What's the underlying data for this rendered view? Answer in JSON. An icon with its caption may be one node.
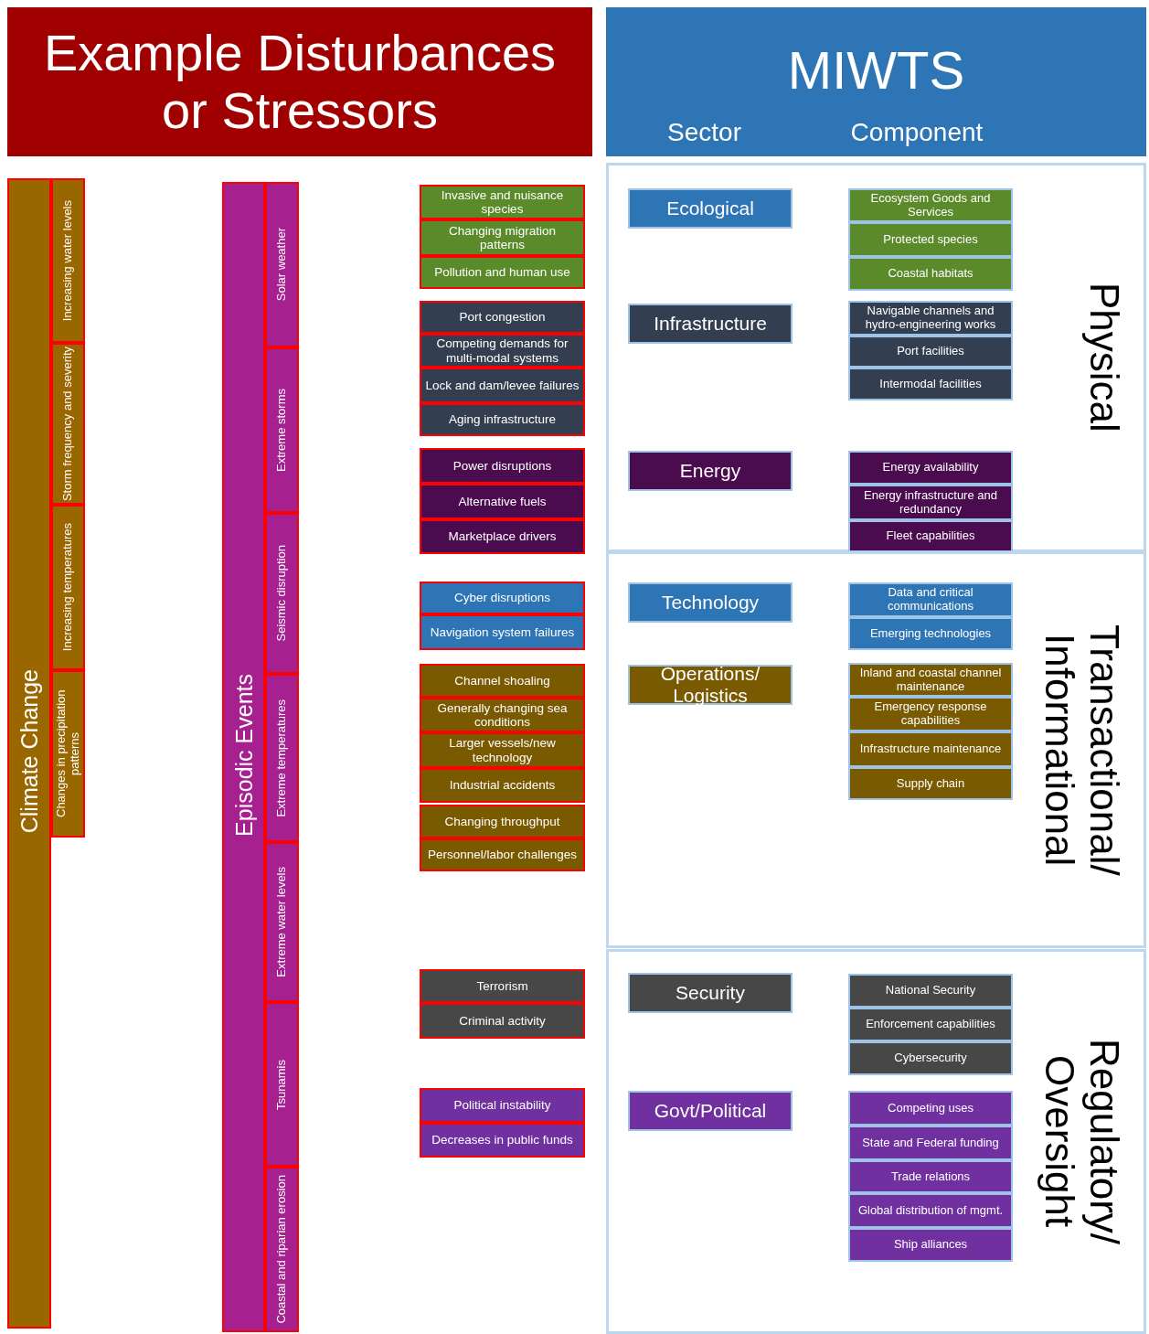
{
  "diagram": {
    "nodes": [
      {
        "text": [
          "Example Disturbances or Stressors"
        ]
      },
      {
        "text": [
          "MIWTS",
          "Sector",
          "Component"
        ]
      },
      {
        "text": [
          "Climate Change"
        ]
      },
      {
        "text": [
          "Increasing water levels"
        ]
      },
      {
        "text": [
          "Storm frequency and severity"
        ]
      },
      {
        "text": [
          "Increasing temperatures"
        ]
      },
      {
        "text": [
          "Changes in precipitation patterns"
        ]
      },
      {
        "text": [
          "Episodic Events"
        ]
      },
      {
        "text": [
          "Solar weather"
        ]
      },
      {
        "text": [
          "Extreme storms"
        ]
      },
      {
        "text": [
          "Seismic disruption"
        ]
      },
      {
        "text": [
          "Extreme temperatures"
        ]
      },
      {
        "text": [
          "Extreme water levels"
        ]
      },
      {
        "text": [
          "Tsunamis"
        ]
      },
      {
        "text": [
          "Coastal and riparian erosion"
        ]
      },
      {
        "text": [
          "Invasive and nuisance species"
        ]
      },
      {
        "text": [
          "Changing migration patterns"
        ]
      },
      {
        "text": [
          "Pollution and human use"
        ]
      },
      {
        "text": [
          "Port congestion"
        ]
      },
      {
        "text": [
          "Competing demands for multi-modal systems"
        ]
      },
      {
        "text": [
          "Lock and dam/levee failures"
        ]
      },
      {
        "text": [
          "Aging infrastructure"
        ]
      },
      {
        "text": [
          "Power disruptions"
        ]
      },
      {
        "text": [
          "Alternative fuels"
        ]
      },
      {
        "text": [
          "Marketplace drivers"
        ]
      },
      {
        "text": [
          "Cyber disruptions"
        ]
      },
      {
        "text": [
          "Navigation system failures"
        ]
      },
      {
        "text": [
          "Channel shoaling"
        ]
      },
      {
        "text": [
          "Generally changing sea conditions"
        ]
      },
      {
        "text": [
          "Larger vessels/new technology"
        ]
      },
      {
        "text": [
          "Industrial accidents"
        ]
      },
      {
        "text": [
          "Changing throughput"
        ]
      },
      {
        "text": [
          "Personnel/labor challenges"
        ]
      },
      {
        "text": [
          "Terrorism"
        ]
      },
      {
        "text": [
          "Criminal activity"
        ]
      },
      {
        "text": [
          "Political instability"
        ]
      },
      {
        "text": [
          "Decreases in public funds"
        ]
      },
      {
        "text": [
          "Physical"
        ]
      },
      {
        "text": [
          "Ecological"
        ],
        "in": 37
      },
      {
        "text": [
          "Infrastructure"
        ],
        "in": 37
      },
      {
        "text": [
          "Energy"
        ],
        "in": 37
      },
      {
        "text": [
          "Ecosystem Goods and Services"
        ],
        "in": 37
      },
      {
        "text": [
          "Protected species"
        ],
        "in": 37
      },
      {
        "text": [
          "Coastal habitats"
        ],
        "in": 37
      },
      {
        "text": [
          "Navigable channels and hydro-engineering works"
        ],
        "in": 37
      },
      {
        "text": [
          "Port facilities"
        ],
        "in": 37
      },
      {
        "text": [
          "Intermodal facilities"
        ],
        "in": 37
      },
      {
        "text": [
          "Energy availability"
        ],
        "in": 37
      },
      {
        "text": [
          "Energy infrastructure and redundancy"
        ],
        "in": 37
      },
      {
        "text": [
          "Fleet capabilities"
        ],
        "in": 37
      },
      {
        "text": [
          "Transactional/ Informational"
        ]
      },
      {
        "text": [
          "Technology"
        ],
        "in": 50
      },
      {
        "text": [
          "Operations/ Logistics"
        ],
        "in": 50
      },
      {
        "text": [
          "Data and critical communications"
        ],
        "in": 50
      },
      {
        "text": [
          "Emerging technologies"
        ],
        "in": 50
      },
      {
        "text": [
          "Inland and coastal channel maintenance"
        ],
        "in": 50
      },
      {
        "text": [
          "Emergency response capabilities"
        ],
        "in": 50
      },
      {
        "text": [
          "Infrastructure maintenance"
        ],
        "in": 50
      },
      {
        "text": [
          "Supply chain"
        ],
        "in": 50
      },
      {
        "text": [
          "Regulatory/ Oversight"
        ]
      },
      {
        "text": [
          "Security"
        ],
        "in": 59
      },
      {
        "text": [
          "Govt/Political"
        ],
        "in": 59
      },
      {
        "text": [
          "National Security"
        ],
        "in": 59
      },
      {
        "text": [
          "Enforcement capabilities"
        ],
        "in": 59
      },
      {
        "text": [
          "Cybersecurity"
        ],
        "in": 59
      },
      {
        "text": [
          "Competing uses"
        ],
        "in": 59
      },
      {
        "text": [
          "State and Federal funding"
        ],
        "in": 59
      },
      {
        "text": [
          "Trade relations"
        ],
        "in": 59
      },
      {
        "text": [
          "Global distribution of mgmt."
        ],
        "in": 59
      },
      {
        "text": [
          "Ship alliances"
        ],
        "in": 59
      }
    ]
  }
}
